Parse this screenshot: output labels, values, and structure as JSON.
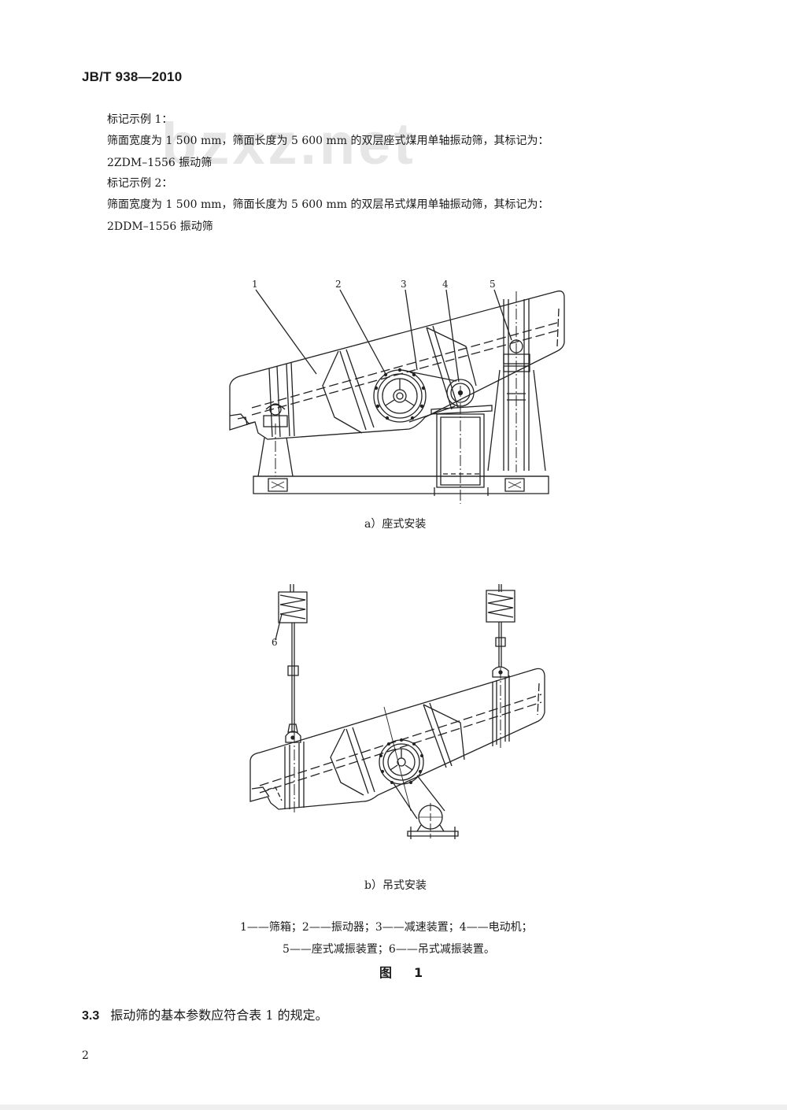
{
  "header": {
    "standard_code": "JB/T 938—2010"
  },
  "watermark": "bzxz.net",
  "examples": [
    {
      "title": "标记示例 1：",
      "description": "筛面宽度为 1 500 mm，筛面长度为 5 600 mm 的双层座式煤用单轴振动筛，其标记为：",
      "marking": "2ZDM–1556 振动筛"
    },
    {
      "title": "标记示例 2：",
      "description": "筛面宽度为 1 500 mm，筛面长度为 5 600 mm 的双层吊式煤用单轴振动筛，其标记为：",
      "marking": "2DDM–1556 振动筛"
    }
  ],
  "figure": {
    "part_a": {
      "caption": "a）座式安装",
      "callouts": [
        "1",
        "2",
        "3",
        "4",
        "5"
      ]
    },
    "part_b": {
      "caption": "b）吊式安装",
      "callouts": [
        "6"
      ]
    },
    "legend_line1": "1——筛箱；2——振动器；3——减速装置；4——电动机；",
    "legend_line2": "5——座式减振装置；6——吊式减振装置。",
    "title_word": "图",
    "title_number": "1"
  },
  "section": {
    "number": "3.3",
    "text": "振动筛的基本参数应符合表 1 的规定。"
  },
  "page_number": "2"
}
